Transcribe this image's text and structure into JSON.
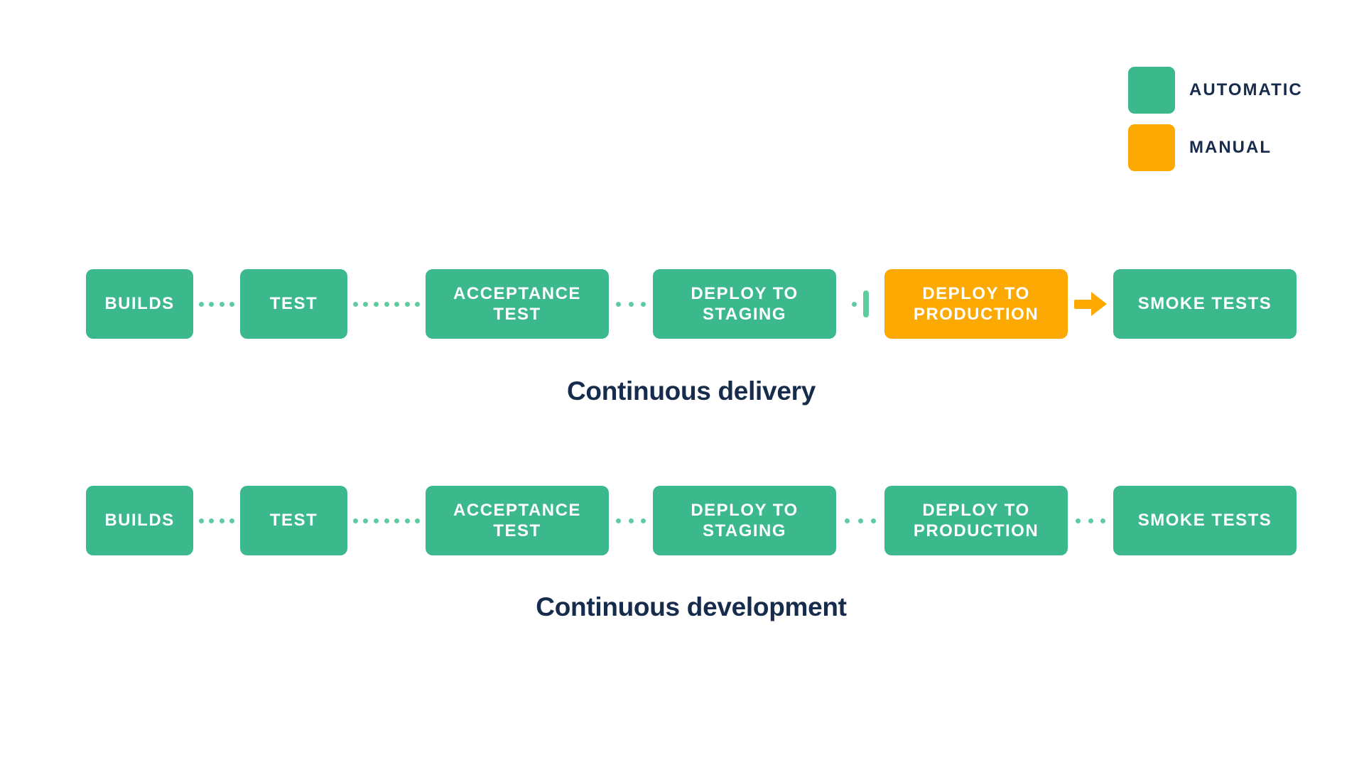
{
  "colors": {
    "automatic": "#3CB98C",
    "manual": "#FCA904",
    "connector": "#5FCBA0",
    "text": "#172B4D",
    "stage-label": "#FFFFFF",
    "background": "#FFFFFF"
  },
  "legend": {
    "items": [
      {
        "id": "automatic",
        "label": "AUTOMATIC",
        "color": "#3CB98C"
      },
      {
        "id": "manual",
        "label": "MANUAL",
        "color": "#FCA904"
      }
    ]
  },
  "pipelines": [
    {
      "caption": "Continuous delivery",
      "stages": [
        {
          "label": "BUILDS",
          "mode": "automatic"
        },
        {
          "label": "TEST",
          "mode": "automatic"
        },
        {
          "label": "ACCEPTANCE TEST",
          "mode": "automatic"
        },
        {
          "label": "DEPLOY TO STAGING",
          "mode": "automatic"
        },
        {
          "label": "DEPLOY TO PRODUCTION",
          "mode": "manual"
        },
        {
          "label": "SMOKE TESTS",
          "mode": "automatic"
        }
      ],
      "connectors": [
        "dots-4",
        "dots-7",
        "dots-3",
        "dot-and-gate",
        "manual-arrow"
      ]
    },
    {
      "caption": "Continuous development",
      "stages": [
        {
          "label": "BUILDS",
          "mode": "automatic"
        },
        {
          "label": "TEST",
          "mode": "automatic"
        },
        {
          "label": "ACCEPTANCE TEST",
          "mode": "automatic"
        },
        {
          "label": "DEPLOY TO STAGING",
          "mode": "automatic"
        },
        {
          "label": "DEPLOY TO PRODUCTION",
          "mode": "automatic"
        },
        {
          "label": "SMOKE TESTS",
          "mode": "automatic"
        }
      ],
      "connectors": [
        "dots-4",
        "dots-7",
        "dots-3",
        "dots-3",
        "dots-3"
      ]
    }
  ]
}
